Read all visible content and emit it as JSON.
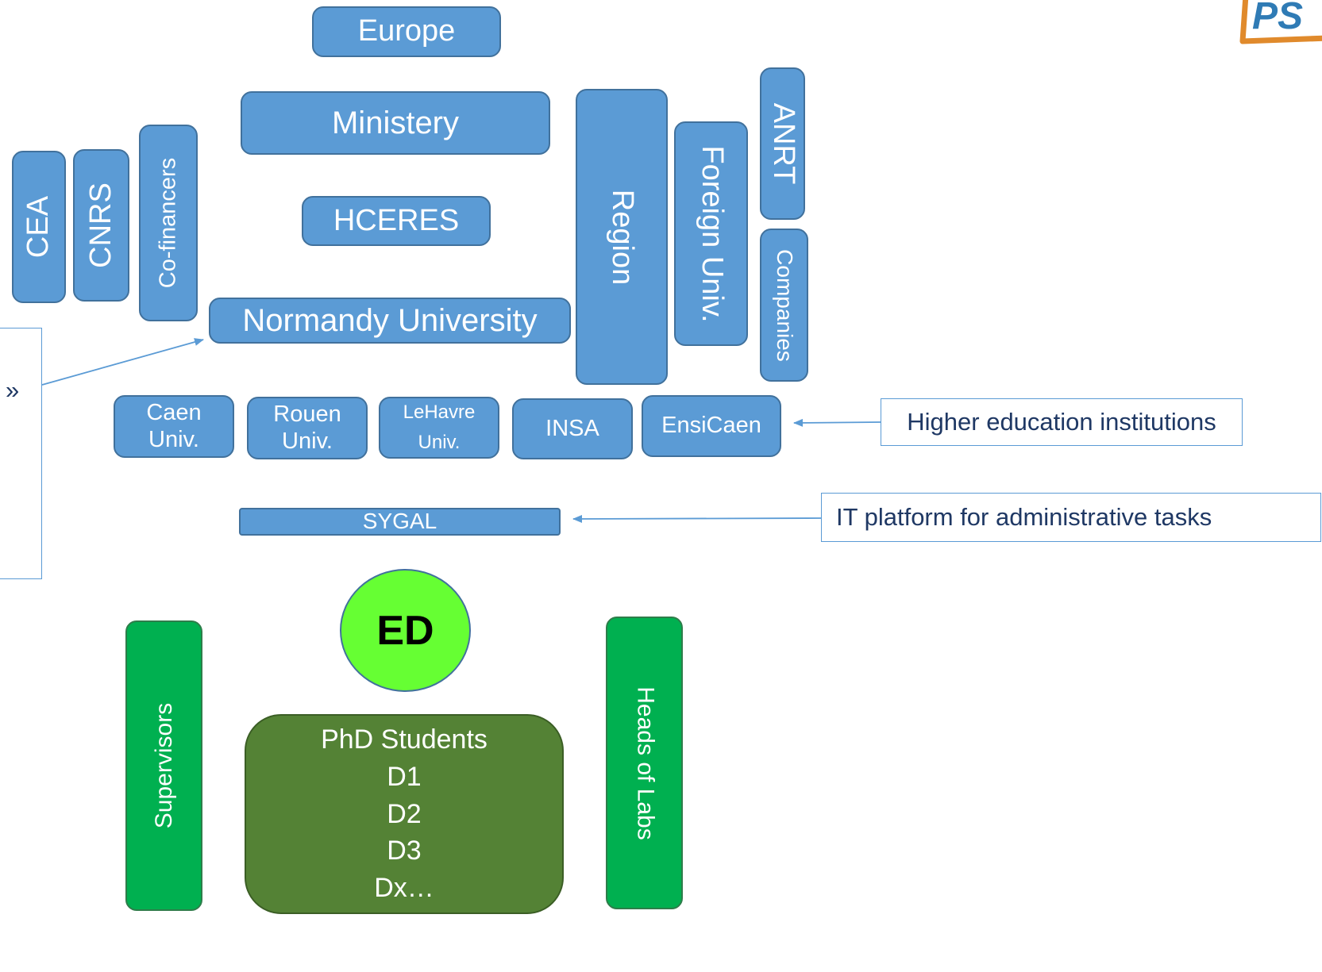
{
  "nodes": {
    "europe": "Europe",
    "ministery": "Ministery",
    "hceres": "HCERES",
    "normandy_university": "Normandy University",
    "cea": "CEA",
    "cnrs": "CNRS",
    "co_financers": "Co-financers",
    "region": "Region",
    "foreign_univ": "Foreign Univ.",
    "anrt": "ANRT",
    "companies": "Companies",
    "caen": [
      "Caen",
      "Univ."
    ],
    "rouen": [
      "Rouen",
      "Univ."
    ],
    "lehavre": [
      "LeHavre",
      "Univ."
    ],
    "insa": "INSA",
    "ensicaen": "EnsiCaen",
    "sygal": "SYGAL",
    "ed": "ED",
    "phd": [
      "PhD Students",
      "D1",
      "D2",
      "D3",
      "Dx…"
    ],
    "supervisors": "Supervisors",
    "heads_of_labs": "Heads of Labs"
  },
  "callouts": {
    "left_partial": "»",
    "higher_education": "Higher education institutions",
    "it_platform": "IT platform for administrative tasks"
  },
  "logo": {
    "text": "PS"
  },
  "colors": {
    "institution_blue": "#5b9bd5",
    "institution_border": "#41719c",
    "staff_green": "#00b050",
    "phd_olive": "#548235",
    "ed_lime": "#66ff33",
    "logo_orange": "#e08a2c",
    "logo_blue": "#2f7bb5"
  }
}
